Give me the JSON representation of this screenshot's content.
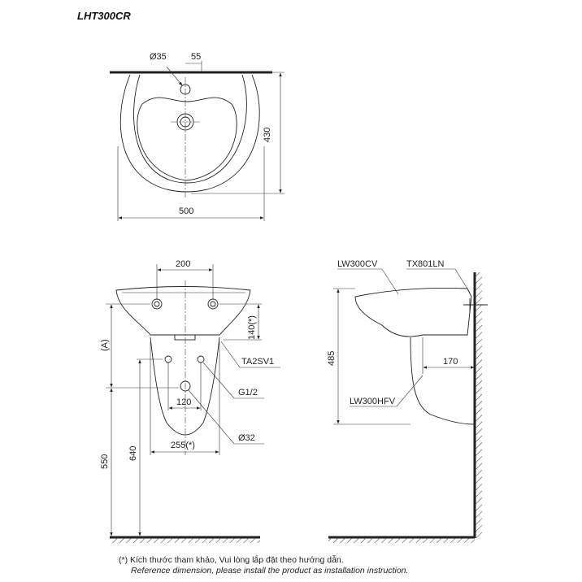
{
  "title": "LHT300CR",
  "top_view": {
    "hole_dia": "Ø35",
    "offset": "55",
    "width": "500",
    "depth": "430"
  },
  "front_view": {
    "faucet_spacing": "200",
    "height_a": "(A)",
    "faucet_height": "140(*)",
    "bracket": "TA2SV1",
    "supply": "G1/2",
    "supply_spacing": "120",
    "drain": "Ø32",
    "pedestal_width": "255(*)",
    "floor_to_drain": "550",
    "floor_to_supply": "640"
  },
  "side_view": {
    "basin": "LW300CV",
    "faucet": "TX801LN",
    "height": "485",
    "wall_offset": "170",
    "pedestal": "LW300HFV"
  },
  "note": {
    "vi": "(*) Kích thước tham khảo, Vui lòng lắp đặt theo hướng dẫn.",
    "en": "Reference dimension, please install the product as installation instruction."
  }
}
